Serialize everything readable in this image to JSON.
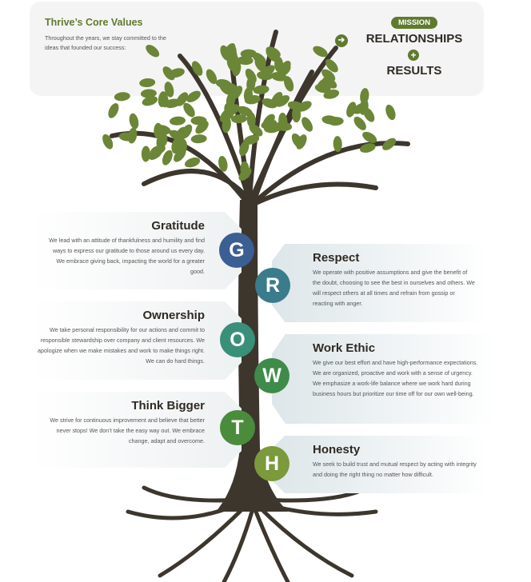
{
  "header": {
    "title": "Thrive’s Core Values",
    "subtitle": "Throughout the years, we stay committed to the ideas that founded our success:",
    "mission_badge": "MISSION",
    "arrow_icon": "➔",
    "line1": "RELATIONSHIPS",
    "plus_icon": "+",
    "line2": "RESULTS"
  },
  "values": [
    {
      "letter": "G",
      "title": "Gratitude",
      "text": "We lead with an attitude of thankfulness and humility and find ways to express our gratitude to those around us every day. We embrace giving back, impacting the world for a greater good.",
      "color": "#3b5e93"
    },
    {
      "letter": "R",
      "title": "Respect",
      "text": "We operate with positive assumptions and give the benefit of the doubt, choosing to see the best in ourselves and others. We will respect others at all times and refrain from gossip or reacting with anger.",
      "color": "#3a7b8c"
    },
    {
      "letter": "O",
      "title": "Ownership",
      "text": "We take personal responsibility for our actions and commit to responsible stewardship over company and client resources. We apologize when we make mistakes and work to make things right. We can do hard things.",
      "color": "#3a8f79"
    },
    {
      "letter": "W",
      "title": "Work Ethic",
      "text": "We give our best effort and have high-performance expectations. We are organized, proactive and work with a sense of urgency. We emphasize a work-life balance where we work hard during business hours but prioritize our time off for our own well-being.",
      "color": "#3f8b49"
    },
    {
      "letter": "T",
      "title": "Think Bigger",
      "text": "We strive for continuous improvement and believe that better never stops! We don’t take the easy way out. We embrace change, adapt and overcome.",
      "color": "#4a8c3c"
    },
    {
      "letter": "H",
      "title": "Honesty",
      "text": "We seek to build trust and mutual respect by acting with integrity and doing the right thing no matter how difficult.",
      "color": "#7a9a3b"
    }
  ],
  "colors": {
    "leaf": "#6b8636",
    "trunk": "#3d362d",
    "accent": "#5f7a2e"
  }
}
